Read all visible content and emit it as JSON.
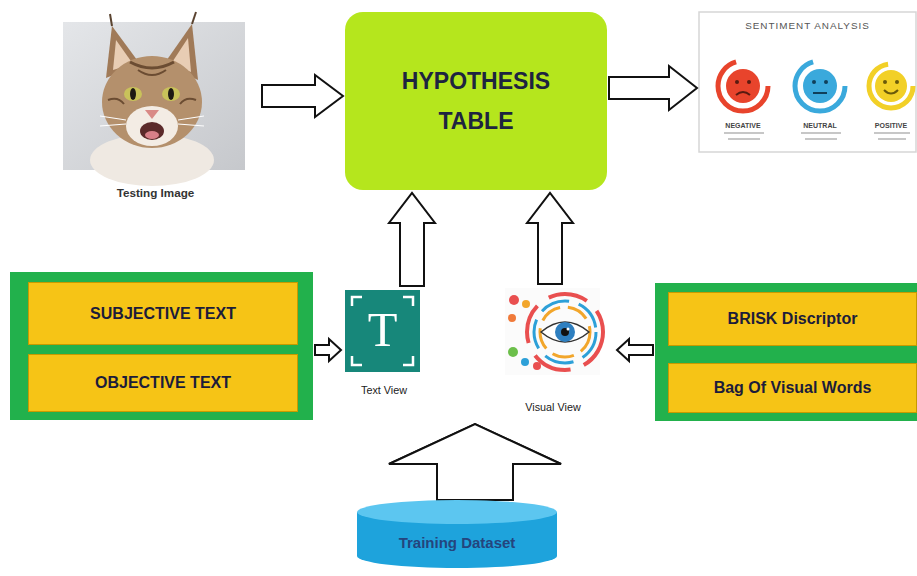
{
  "diagram": {
    "nodes": [
      {
        "text": [
          "Testing Image"
        ]
      },
      {
        "text": [
          "HYPOTHESIS TABLE"
        ]
      },
      {
        "text": [
          "SENTIMENT ANALYSIS",
          "NEGATIVE",
          "NEUTRAL",
          "POSITIVE"
        ]
      },
      {
        "text": []
      },
      {
        "text": [
          "SUBJECTIVE TEXT"
        ],
        "in": 3
      },
      {
        "text": [
          "OBJECTIVE TEXT"
        ],
        "in": 3
      },
      {
        "text": [
          "T",
          "Text View"
        ]
      },
      {
        "text": [
          "Visual View"
        ]
      },
      {
        "text": []
      },
      {
        "text": [
          "BRISK Discriptor"
        ],
        "in": 8
      },
      {
        "text": [
          "Bag Of Visual Words"
        ],
        "in": 8
      },
      {
        "text": [
          "Training Dataset"
        ]
      }
    ],
    "edges": [
      {
        "from": 0,
        "to": 1,
        "arrow": "to"
      },
      {
        "from": 1,
        "to": 2,
        "arrow": "to"
      },
      {
        "from": 6,
        "to": 1,
        "arrow": "to"
      },
      {
        "from": 7,
        "to": 1,
        "arrow": "to"
      },
      {
        "from": 3,
        "to": 6,
        "arrow": "to"
      },
      {
        "from": 8,
        "to": 7,
        "arrow": "to"
      },
      {
        "from": 11,
        "to": 6,
        "arrow": "to"
      },
      {
        "from": 11,
        "to": 7,
        "arrow": "to"
      }
    ]
  }
}
